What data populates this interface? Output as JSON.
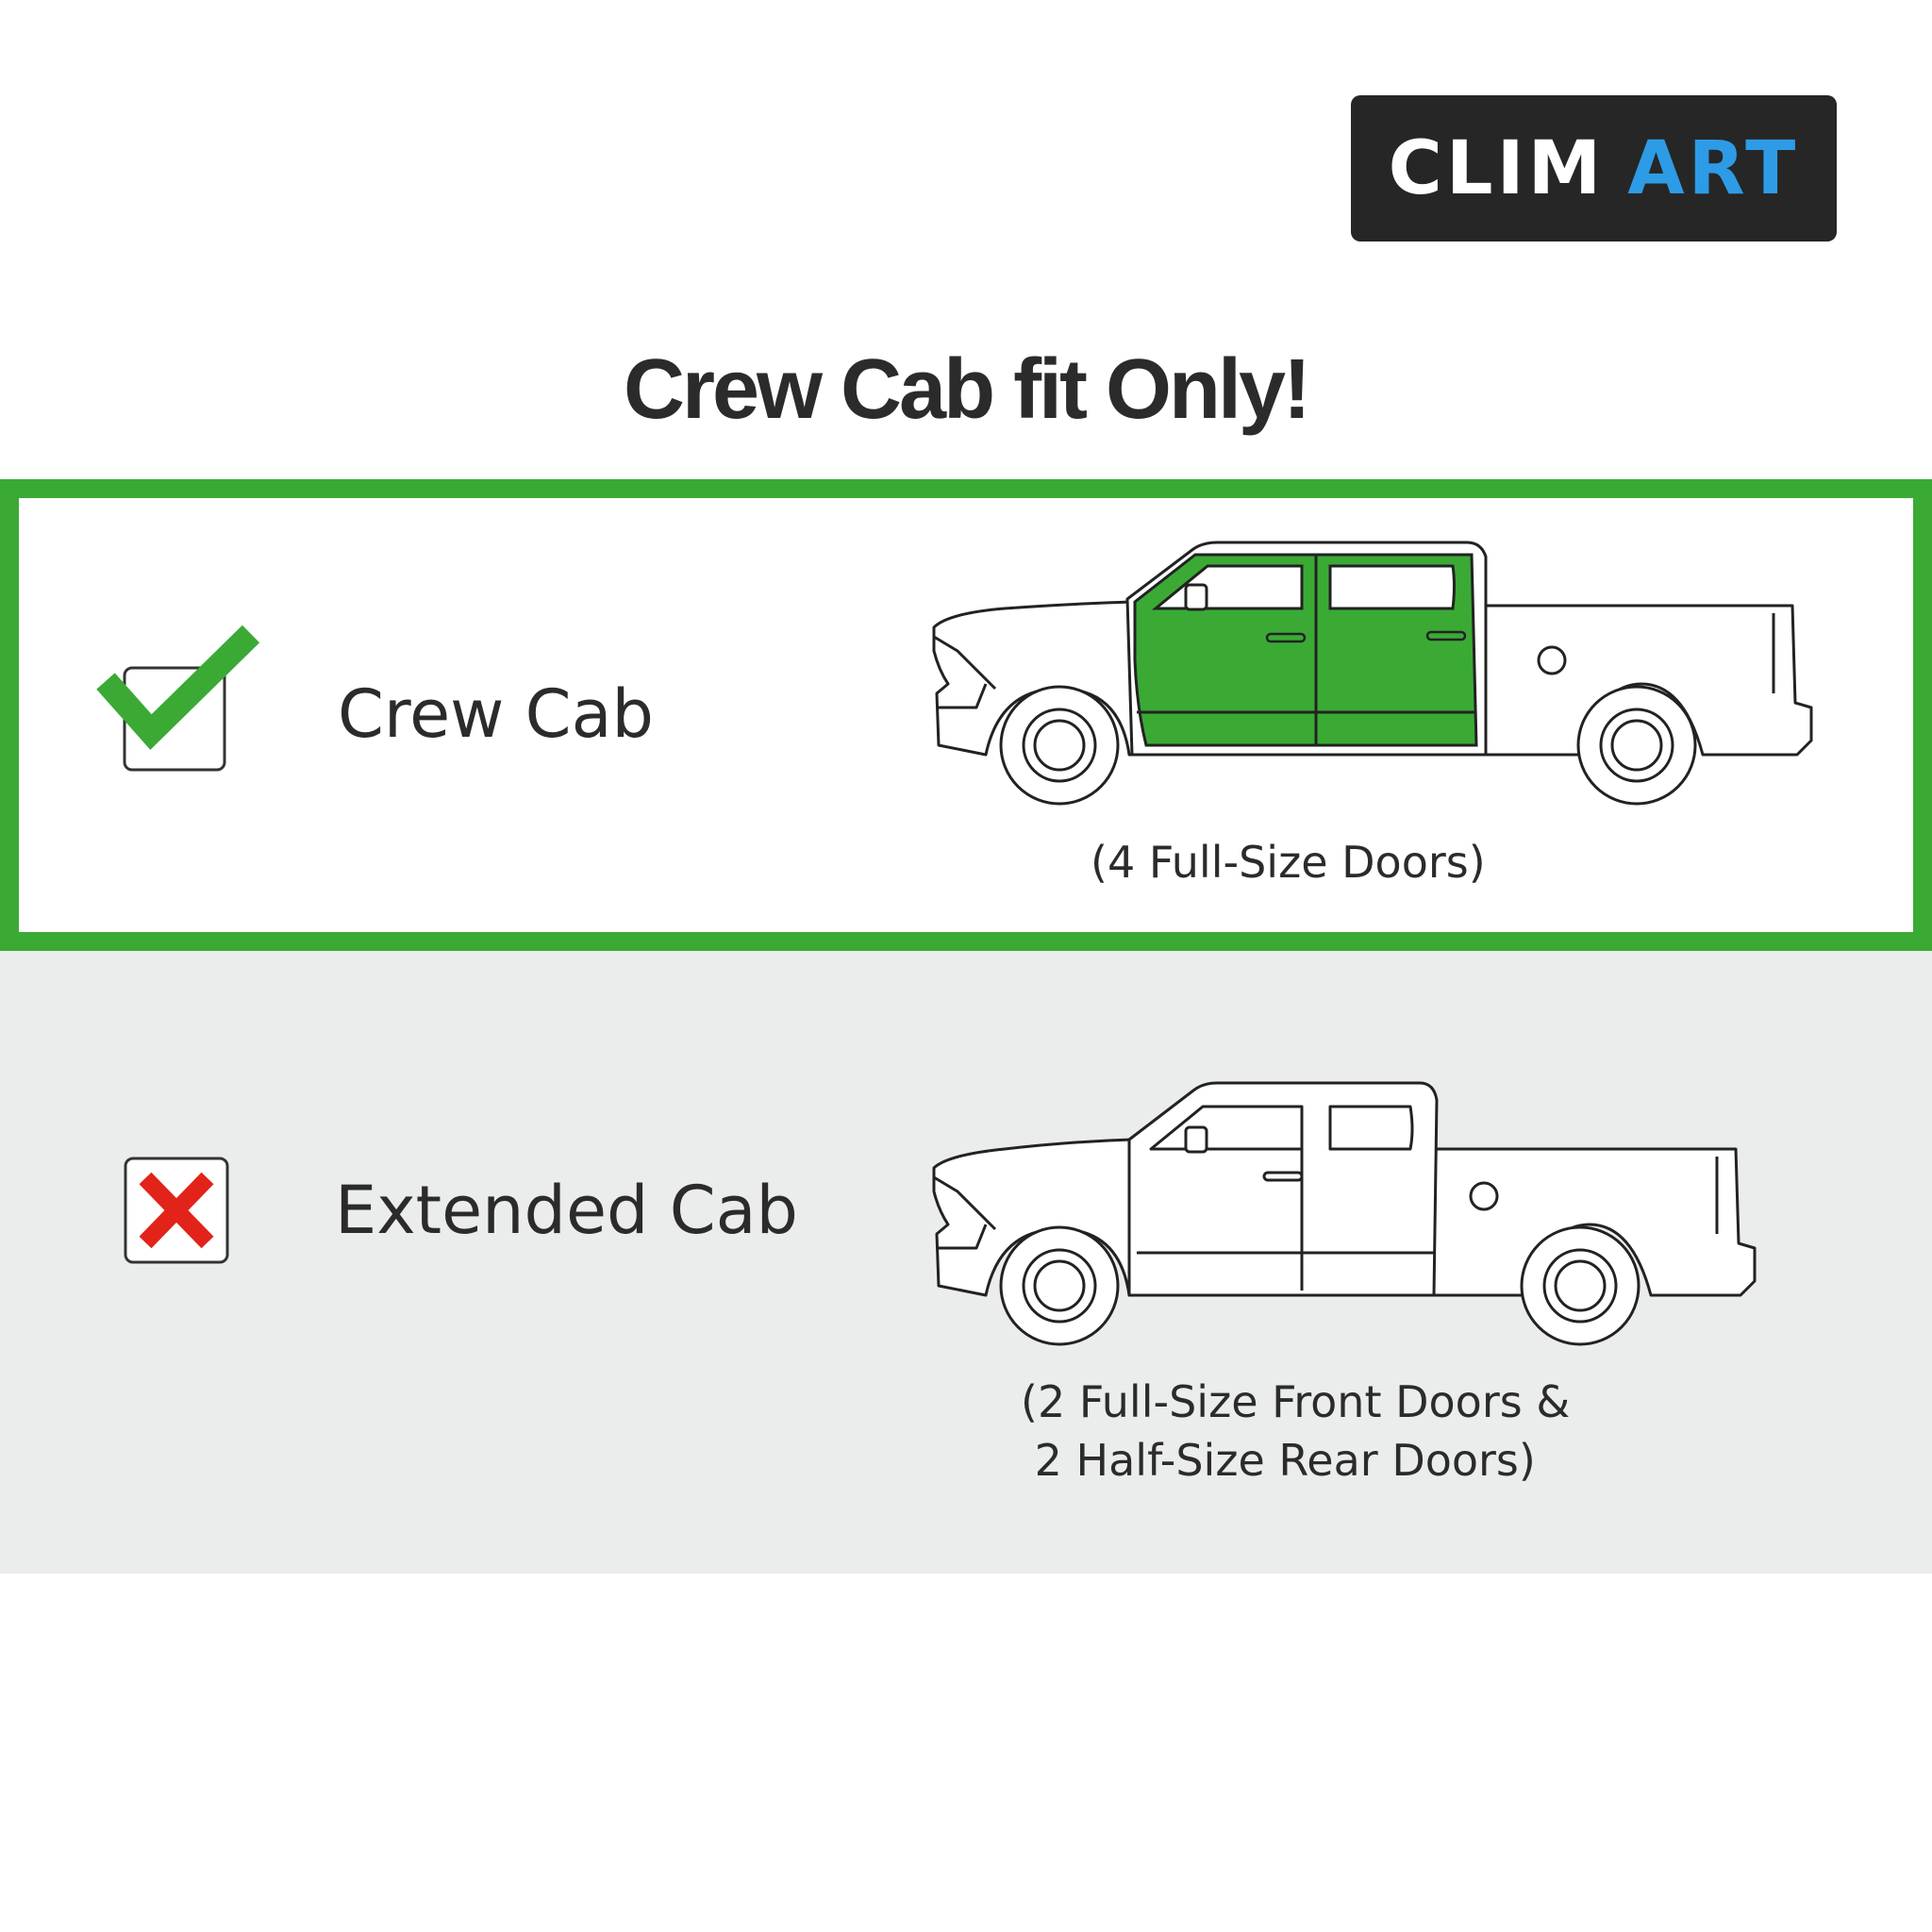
{
  "brand": {
    "logo_part1": "CLIM",
    "logo_part2": "ART",
    "logo_accent": "#2e9be6"
  },
  "headline": "Crew Cab fit Only!",
  "options": [
    {
      "label": "Crew Cab",
      "status": "check-icon",
      "caption_lines": [
        "(4 Full-Size Doors)"
      ],
      "highlight_color": "#3aaa35"
    },
    {
      "label": "Extended Cab",
      "status": "cross-icon",
      "caption_lines": [
        "(2 Full-Size Front Doors &",
        " 2 Half-Size Rear Doors)"
      ],
      "highlight_color": "#e2231a"
    }
  ],
  "colors": {
    "accent_green": "#3aaa35",
    "reject_red": "#e2231a",
    "panel_gray": "#ebedec"
  }
}
